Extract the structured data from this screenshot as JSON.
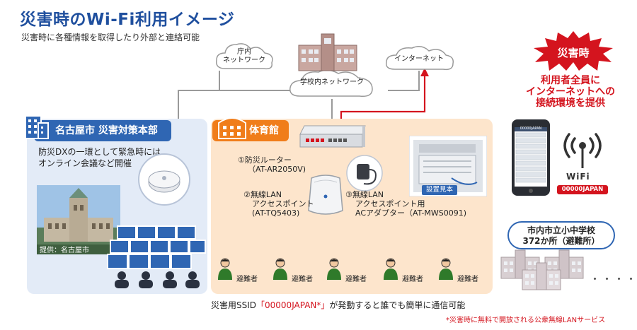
{
  "title": "災害時のWi-Fi利用イメージ",
  "subtitle": "災害時に各種情報を取得したり外部と連絡可能",
  "clouds": {
    "government": "庁内\nネットワーク",
    "school": "学校内ネットワーク",
    "internet": "インターネット"
  },
  "hq": {
    "tab": "名古屋市 災害対策本部",
    "description_1": "防災DXの一環として緊急時には",
    "description_2": "オンライン会議など開催",
    "credit": "提供：名古屋市"
  },
  "gym": {
    "tab": "体育館",
    "router_1": "①防災ルーター",
    "router_2": "（AT-AR2050V)",
    "ap_1": "②無線LAN",
    "ap_2": "アクセスポイント",
    "ap_3": "(AT-TQ5403)",
    "adapter_1": "③無線LAN",
    "adapter_2": "アクセスポイント用",
    "adapter_3": "ACアダプター（AT-MWS0091)",
    "sample_label": "設置見本",
    "evacuee": "避難者"
  },
  "bottom_note_prefix": "災害用SSID",
  "bottom_note_ssid": "「00000JAPAN*」",
  "bottom_note_suffix": "が発動すると誰でも簡単に通信可能",
  "footnote": "*災害時に無料で開放される公衆無線LANサービス",
  "right": {
    "disaster": "災害時",
    "provide_1": "利用者全員に",
    "provide_2": "インターネットへの",
    "provide_3": "接続環境を提供",
    "wifi": "WiFi",
    "ssid": "00000JAPAN",
    "phone_header": "00000JAPAN",
    "school_1": "市内市立小中学校",
    "school_2": "372か所（避難所）",
    "dots": "・・・・"
  },
  "colors": {
    "title_blue": "#1f4f9e",
    "accent_red": "#d4141e",
    "panel_blue": "#e3ebf7",
    "panel_orange": "#fde5cc",
    "tab_blue": "#2f66b3",
    "tab_orange": "#f07d1a"
  }
}
